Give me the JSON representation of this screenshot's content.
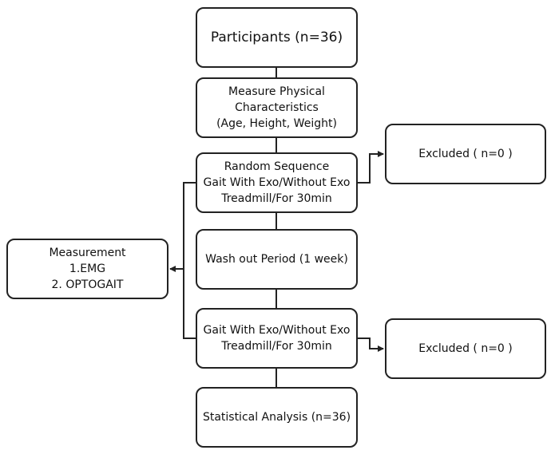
{
  "participants": {
    "text": "Participants (n=36)"
  },
  "measure_physical": {
    "lines": [
      "Measure Physical",
      "Characteristics",
      "(Age, Height, Weight)"
    ]
  },
  "random_sequence": {
    "lines": [
      "Random Sequence",
      "Gait With Exo/Without Exo",
      "Treadmill/For 30min"
    ]
  },
  "washout": {
    "text": "Wash out Period (1 week)"
  },
  "gait_second": {
    "lines": [
      "Gait With Exo/Without Exo",
      "Treadmill/For 30min"
    ]
  },
  "statistical": {
    "text": "Statistical Analysis (n=36)"
  },
  "excluded_first": {
    "text": "Excluded ( n=0 )"
  },
  "excluded_second": {
    "text": "Excluded ( n=0 )"
  },
  "measurement": {
    "lines": [
      "Measurement",
      "1.EMG",
      "2. OPTOGAIT"
    ]
  },
  "colors": {
    "stroke": "#222222",
    "fill": "#ffffff",
    "text": "#111111"
  }
}
